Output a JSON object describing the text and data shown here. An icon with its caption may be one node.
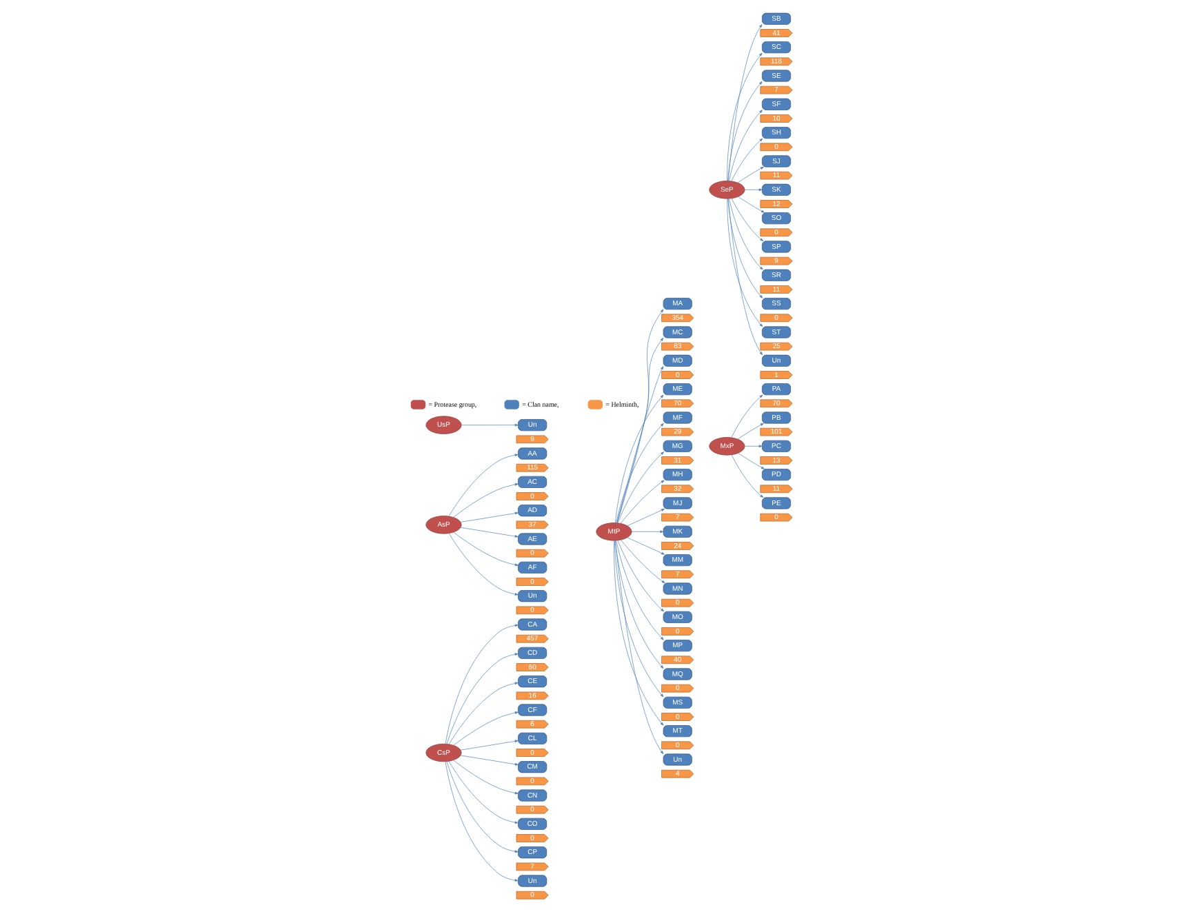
{
  "diagram": {
    "nodes": [
      {
        "text": [
          "CsP"
        ]
      },
      {
        "text": [
          "CA"
        ]
      },
      {
        "text": [
          "457"
        ]
      },
      {
        "text": [
          "CD"
        ]
      },
      {
        "text": [
          "60"
        ]
      },
      {
        "text": [
          "CE"
        ]
      },
      {
        "text": [
          "16"
        ]
      },
      {
        "text": [
          "CF"
        ]
      },
      {
        "text": [
          "6"
        ]
      },
      {
        "text": [
          "CL"
        ]
      },
      {
        "text": [
          "0"
        ]
      },
      {
        "text": [
          "CM"
        ]
      },
      {
        "text": [
          "0"
        ]
      },
      {
        "text": [
          "CN"
        ]
      },
      {
        "text": [
          "0"
        ]
      },
      {
        "text": [
          "CO"
        ]
      },
      {
        "text": [
          "0"
        ]
      },
      {
        "text": [
          "CP"
        ]
      },
      {
        "text": [
          "7"
        ]
      },
      {
        "text": [
          "Un"
        ]
      },
      {
        "text": [
          "0"
        ]
      },
      {
        "text": [
          "AsP"
        ]
      },
      {
        "text": [
          "AA"
        ]
      },
      {
        "text": [
          "115"
        ]
      },
      {
        "text": [
          "AC"
        ]
      },
      {
        "text": [
          "0"
        ]
      },
      {
        "text": [
          "AD"
        ]
      },
      {
        "text": [
          "37"
        ]
      },
      {
        "text": [
          "AE"
        ]
      },
      {
        "text": [
          "0"
        ]
      },
      {
        "text": [
          "AF"
        ]
      },
      {
        "text": [
          "0"
        ]
      },
      {
        "text": [
          "Un"
        ]
      },
      {
        "text": [
          "0"
        ]
      },
      {
        "text": [
          "UsP"
        ]
      },
      {
        "text": [
          "Un"
        ]
      },
      {
        "text": [
          "9"
        ]
      },
      {
        "text": [
          "MtP"
        ]
      },
      {
        "text": [
          "MA"
        ]
      },
      {
        "text": [
          "354"
        ]
      },
      {
        "text": [
          "MC"
        ]
      },
      {
        "text": [
          "83"
        ]
      },
      {
        "text": [
          "MD"
        ]
      },
      {
        "text": [
          "0"
        ]
      },
      {
        "text": [
          "ME"
        ]
      },
      {
        "text": [
          "70"
        ]
      },
      {
        "text": [
          "MF"
        ]
      },
      {
        "text": [
          "29"
        ]
      },
      {
        "text": [
          "MG"
        ]
      },
      {
        "text": [
          "31"
        ]
      },
      {
        "text": [
          "MH"
        ]
      },
      {
        "text": [
          "32"
        ]
      },
      {
        "text": [
          "MJ"
        ]
      },
      {
        "text": [
          "7"
        ]
      },
      {
        "text": [
          "MK"
        ]
      },
      {
        "text": [
          "24"
        ]
      },
      {
        "text": [
          "MM"
        ]
      },
      {
        "text": [
          "7"
        ]
      },
      {
        "text": [
          "MN"
        ]
      },
      {
        "text": [
          "0"
        ]
      },
      {
        "text": [
          "MO"
        ]
      },
      {
        "text": [
          "0"
        ]
      },
      {
        "text": [
          "MP"
        ]
      },
      {
        "text": [
          "40"
        ]
      },
      {
        "text": [
          "MQ"
        ]
      },
      {
        "text": [
          "0"
        ]
      },
      {
        "text": [
          "MS"
        ]
      },
      {
        "text": [
          "0"
        ]
      },
      {
        "text": [
          "MT"
        ]
      },
      {
        "text": [
          "0"
        ]
      },
      {
        "text": [
          "Un"
        ]
      },
      {
        "text": [
          "4"
        ]
      },
      {
        "text": [
          "SeP"
        ]
      },
      {
        "text": [
          "SB"
        ]
      },
      {
        "text": [
          "41"
        ]
      },
      {
        "text": [
          "SC"
        ]
      },
      {
        "text": [
          "118"
        ]
      },
      {
        "text": [
          "SE"
        ]
      },
      {
        "text": [
          "7"
        ]
      },
      {
        "text": [
          "SF"
        ]
      },
      {
        "text": [
          "10"
        ]
      },
      {
        "text": [
          "SH"
        ]
      },
      {
        "text": [
          "0"
        ]
      },
      {
        "text": [
          "SJ"
        ]
      },
      {
        "text": [
          "11"
        ]
      },
      {
        "text": [
          "SK"
        ]
      },
      {
        "text": [
          "12"
        ]
      },
      {
        "text": [
          "SO"
        ]
      },
      {
        "text": [
          "0"
        ]
      },
      {
        "text": [
          "SP"
        ]
      },
      {
        "text": [
          "9"
        ]
      },
      {
        "text": [
          "SR"
        ]
      },
      {
        "text": [
          "11"
        ]
      },
      {
        "text": [
          "SS"
        ]
      },
      {
        "text": [
          "0"
        ]
      },
      {
        "text": [
          "ST"
        ]
      },
      {
        "text": [
          "25"
        ]
      },
      {
        "text": [
          "Un"
        ]
      },
      {
        "text": [
          "1"
        ]
      },
      {
        "text": [
          "MxP"
        ]
      },
      {
        "text": [
          "PA"
        ]
      },
      {
        "text": [
          "70"
        ]
      },
      {
        "text": [
          "PB"
        ]
      },
      {
        "text": [
          "101"
        ]
      },
      {
        "text": [
          "PC"
        ]
      },
      {
        "text": [
          "13"
        ]
      },
      {
        "text": [
          "PD"
        ]
      },
      {
        "text": [
          "11"
        ]
      },
      {
        "text": [
          "PE"
        ]
      },
      {
        "text": [
          "0"
        ]
      }
    ],
    "edges": [
      {
        "from": 0,
        "to": 1,
        "arrow": "to"
      },
      {
        "from": 0,
        "to": 3,
        "arrow": "to"
      },
      {
        "from": 0,
        "to": 5,
        "arrow": "to"
      },
      {
        "from": 0,
        "to": 7,
        "arrow": "to"
      },
      {
        "from": 0,
        "to": 9,
        "arrow": "to"
      },
      {
        "from": 0,
        "to": 11,
        "arrow": "to"
      },
      {
        "from": 0,
        "to": 13,
        "arrow": "to"
      },
      {
        "from": 0,
        "to": 15,
        "arrow": "to"
      },
      {
        "from": 0,
        "to": 17,
        "arrow": "to"
      },
      {
        "from": 0,
        "to": 19,
        "arrow": "to"
      },
      {
        "from": 21,
        "to": 22,
        "arrow": "to"
      },
      {
        "from": 21,
        "to": 24,
        "arrow": "to"
      },
      {
        "from": 21,
        "to": 26,
        "arrow": "to"
      },
      {
        "from": 21,
        "to": 28,
        "arrow": "to"
      },
      {
        "from": 21,
        "to": 30,
        "arrow": "to"
      },
      {
        "from": 21,
        "to": 32,
        "arrow": "to"
      },
      {
        "from": 34,
        "to": 35,
        "arrow": "to"
      },
      {
        "from": 37,
        "to": 38,
        "arrow": "to"
      },
      {
        "from": 37,
        "to": 40,
        "arrow": "to"
      },
      {
        "from": 37,
        "to": 42,
        "arrow": "to"
      },
      {
        "from": 37,
        "to": 44,
        "arrow": "to"
      },
      {
        "from": 37,
        "to": 46,
        "arrow": "to"
      },
      {
        "from": 37,
        "to": 48,
        "arrow": "to"
      },
      {
        "from": 37,
        "to": 50,
        "arrow": "to"
      },
      {
        "from": 37,
        "to": 52,
        "arrow": "to"
      },
      {
        "from": 37,
        "to": 54,
        "arrow": "to"
      },
      {
        "from": 37,
        "to": 56,
        "arrow": "to"
      },
      {
        "from": 37,
        "to": 58,
        "arrow": "to"
      },
      {
        "from": 37,
        "to": 60,
        "arrow": "to"
      },
      {
        "from": 37,
        "to": 62,
        "arrow": "to"
      },
      {
        "from": 37,
        "to": 64,
        "arrow": "to"
      },
      {
        "from": 37,
        "to": 66,
        "arrow": "to"
      },
      {
        "from": 37,
        "to": 68,
        "arrow": "to"
      },
      {
        "from": 37,
        "to": 70,
        "arrow": "to"
      },
      {
        "from": 72,
        "to": 73,
        "arrow": "to"
      },
      {
        "from": 72,
        "to": 75,
        "arrow": "to"
      },
      {
        "from": 72,
        "to": 77,
        "arrow": "to"
      },
      {
        "from": 72,
        "to": 79,
        "arrow": "to"
      },
      {
        "from": 72,
        "to": 81,
        "arrow": "to"
      },
      {
        "from": 72,
        "to": 83,
        "arrow": "to"
      },
      {
        "from": 72,
        "to": 85,
        "arrow": "to"
      },
      {
        "from": 72,
        "to": 87,
        "arrow": "to"
      },
      {
        "from": 72,
        "to": 89,
        "arrow": "to"
      },
      {
        "from": 72,
        "to": 91,
        "arrow": "to"
      },
      {
        "from": 72,
        "to": 93,
        "arrow": "to"
      },
      {
        "from": 72,
        "to": 95,
        "arrow": "to"
      },
      {
        "from": 72,
        "to": 97,
        "arrow": "to"
      },
      {
        "from": 99,
        "to": 100,
        "arrow": "to"
      },
      {
        "from": 99,
        "to": 102,
        "arrow": "to"
      },
      {
        "from": 99,
        "to": 104,
        "arrow": "to"
      },
      {
        "from": 99,
        "to": 106,
        "arrow": "to"
      },
      {
        "from": 99,
        "to": 108,
        "arrow": "to"
      }
    ],
    "legend": [
      {
        "text": "= Protease group,",
        "color": "#c0504d"
      },
      {
        "text": "= Clan name,",
        "color": "#4f81bd"
      },
      {
        "text": "= Helminth,",
        "color": "#f79646"
      }
    ]
  }
}
